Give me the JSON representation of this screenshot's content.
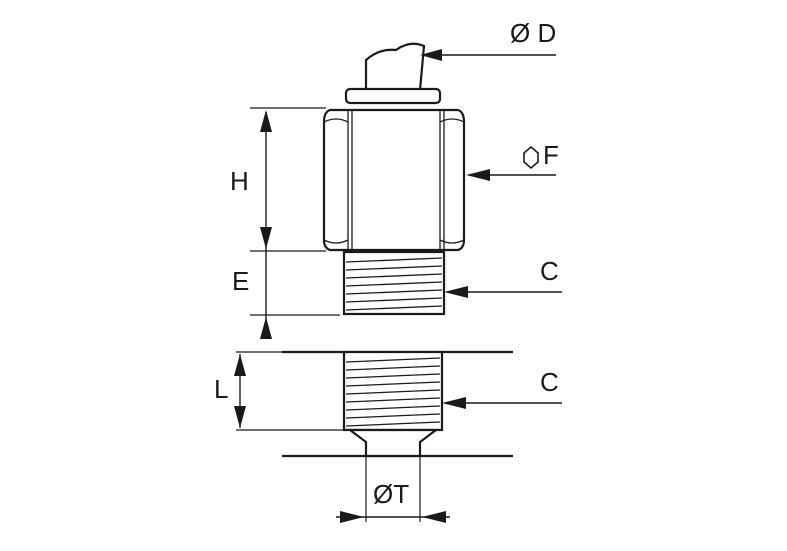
{
  "labels": {
    "od": "Ø D",
    "hex": "F",
    "h": "H",
    "e": "E",
    "c_upper": "C",
    "c_lower": "C",
    "l": "L",
    "ot": "ØT"
  },
  "icons": {
    "hex_symbol": "hexagon-icon"
  },
  "colors": {
    "line": "#1a1a1a",
    "background": "#ffffff"
  }
}
